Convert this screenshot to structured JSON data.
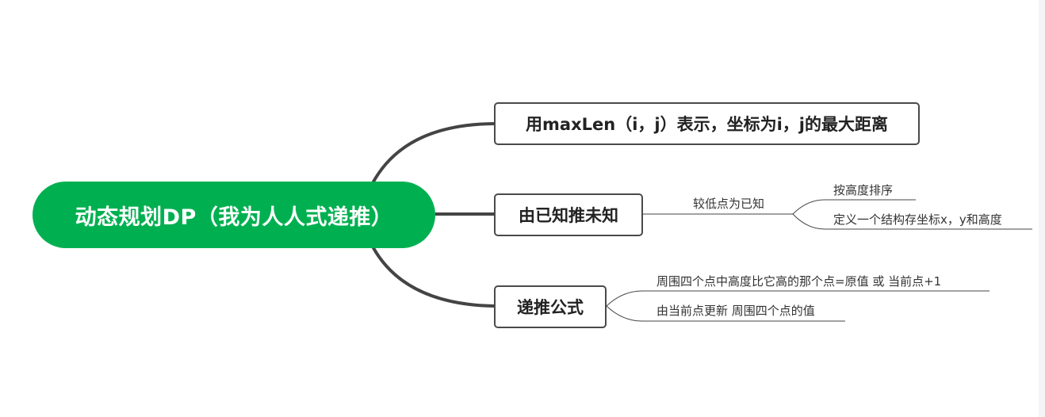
{
  "colors": {
    "root_fill": "#00b050",
    "connector": "#444444",
    "branch_border": "#4a4a4a"
  },
  "root": {
    "label": "动态规划DP（我为人人式递推）"
  },
  "branches": [
    {
      "label": "用maxLen（i，j）表示，坐标为i，j的最大距离",
      "children": []
    },
    {
      "label": "由已知推未知",
      "children": [
        {
          "label": "较低点为已知",
          "children": [
            {
              "label": "按高度排序"
            },
            {
              "label": "定义一个结构存坐标x，y和高度"
            }
          ]
        }
      ]
    },
    {
      "label": "递推公式",
      "children": [
        {
          "label": "周围四个点中高度比它高的那个点=原值 或 当前点+1"
        },
        {
          "label": "由当前点更新 周围四个点的值"
        }
      ]
    }
  ]
}
